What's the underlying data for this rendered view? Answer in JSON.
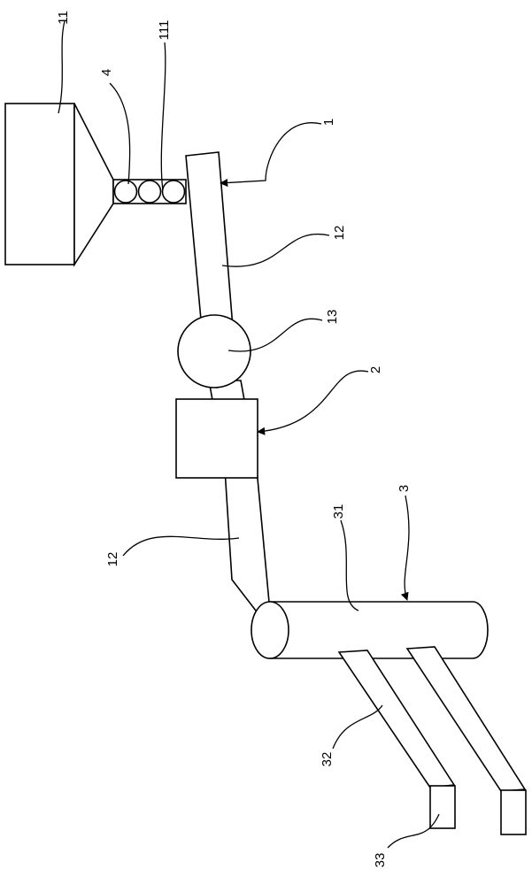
{
  "labels": {
    "hopper": "11",
    "conveyor_roll": "4",
    "feed_section": "111",
    "main_pipe": "1",
    "pipe_upper": "12",
    "round_unit": "13",
    "box_unit": "2",
    "pipe_lower": "12",
    "cylinder": "31",
    "assembly": "3",
    "branch": "32",
    "outlet_block": "33"
  }
}
